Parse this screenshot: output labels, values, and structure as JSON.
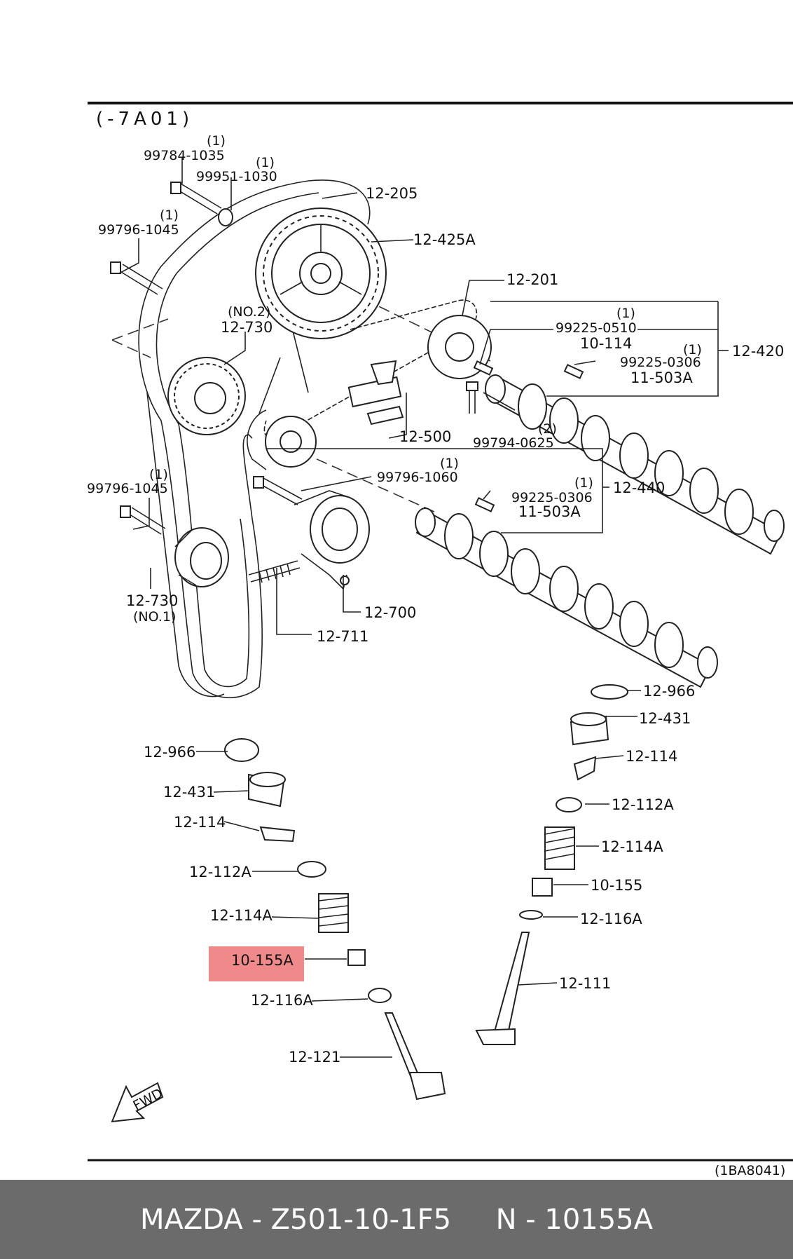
{
  "header_code": "(-7A01)",
  "drawing_code": "(1BA8041)",
  "fwd_label": "FWD",
  "highlight_color": "#f08a8a",
  "labels": {
    "q_99784": "(1)",
    "p_99784": "99784-1035",
    "q_99951": "(1)",
    "p_99951": "99951-1030",
    "p_12205": "12-205",
    "q_99796a": "(1)",
    "p_99796a": "99796-1045",
    "p_12425a": "12-425A",
    "p_12201": "12-201",
    "no2": "(NO.2)",
    "p_12730a": "12-730",
    "q_99225a": "(1)",
    "p_99225a": "99225-0510",
    "p_10114": "10-114",
    "q_99225b": "(1)",
    "p_99225b": "99225-0306",
    "p_11503a": "11-503A",
    "p_12420": "12-420",
    "p_12500": "12-500",
    "q_99794": "(2)",
    "p_99794": "99794-0625",
    "q_99796b": "(1)",
    "p_99796b": "99796-1060",
    "q_99796c": "(1)",
    "p_99796c": "99796-1045",
    "q_99225c": "(1)",
    "p_99225c": "99225-0306",
    "p_11503b": "11-503A",
    "p_12440": "12-440",
    "p_12730b": "12-730",
    "no1": "(NO.1)",
    "p_12700": "12-700",
    "p_12711": "12-711",
    "p_12966r": "12-966",
    "p_12431r": "12-431",
    "p_12114r": "12-114",
    "p_12112ar": "12-112A",
    "p_12114ar": "12-114A",
    "p_10155r": "10-155",
    "p_12116ar": "12-116A",
    "p_12111": "12-111",
    "p_12966l": "12-966",
    "p_12431l": "12-431",
    "p_12114l": "12-114",
    "p_12112al": "12-112A",
    "p_12114al": "12-114A",
    "p_10155a": "10-155A",
    "p_12116al": "12-116A",
    "p_12121": "12-121"
  },
  "footer_text": "MAZDA - Z501-10-1F5     N - 10155A"
}
